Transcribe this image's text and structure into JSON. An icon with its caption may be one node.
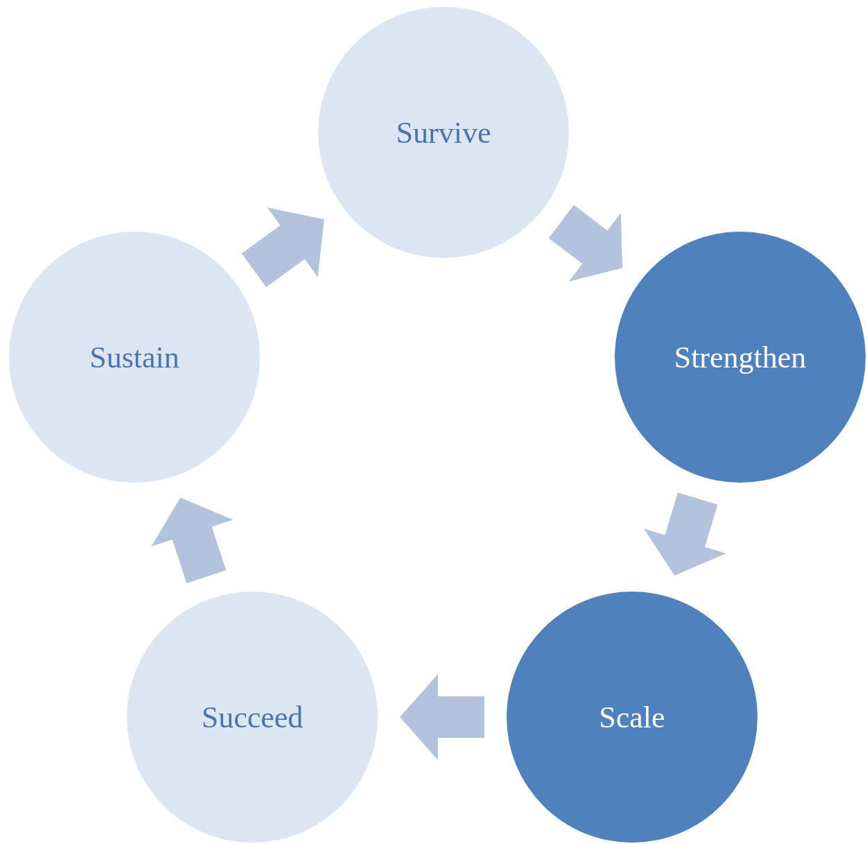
{
  "diagram": {
    "nodes": [
      {
        "text": [
          "Survive"
        ]
      },
      {
        "text": [
          "Strengthen"
        ]
      },
      {
        "text": [
          "Scale"
        ]
      },
      {
        "text": [
          "Succeed"
        ]
      },
      {
        "text": [
          "Sustain"
        ]
      }
    ],
    "edges": [
      {
        "from": 0,
        "to": 1,
        "arrow": "to"
      },
      {
        "from": 1,
        "to": 2,
        "arrow": "to"
      },
      {
        "from": 2,
        "to": 3,
        "arrow": "to"
      },
      {
        "from": 3,
        "to": 4,
        "arrow": "to"
      },
      {
        "from": 4,
        "to": 0,
        "arrow": "to"
      }
    ]
  }
}
